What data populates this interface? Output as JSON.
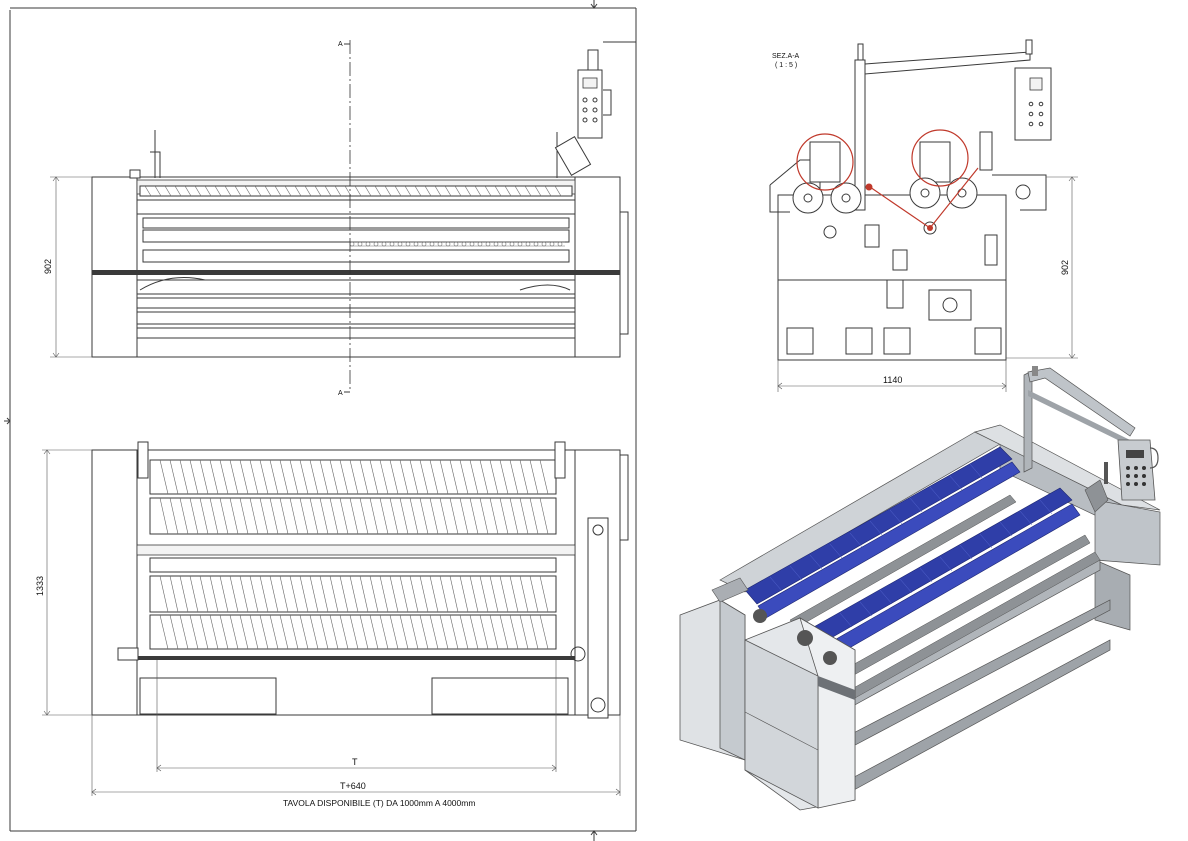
{
  "front_view": {
    "height_dim": "902",
    "section_mark_top": "A",
    "section_mark_bottom": "A"
  },
  "plan_view": {
    "depth_dim": "1333",
    "width_dim_inner": "T",
    "width_dim_outer": "T+640",
    "caption": "TAVOLA DISPONIBILE (T) DA 1000mm A 4000mm"
  },
  "section_view": {
    "title": "SEZ.A-A",
    "scale": "( 1 : 5 )",
    "width_dim": "1140",
    "height_dim": "902"
  },
  "colors": {
    "line": "#3a3a3a",
    "highlight": "#c0392b",
    "roller_blue": "#2f3ea8",
    "frame_gray": "#9ea3a8"
  }
}
